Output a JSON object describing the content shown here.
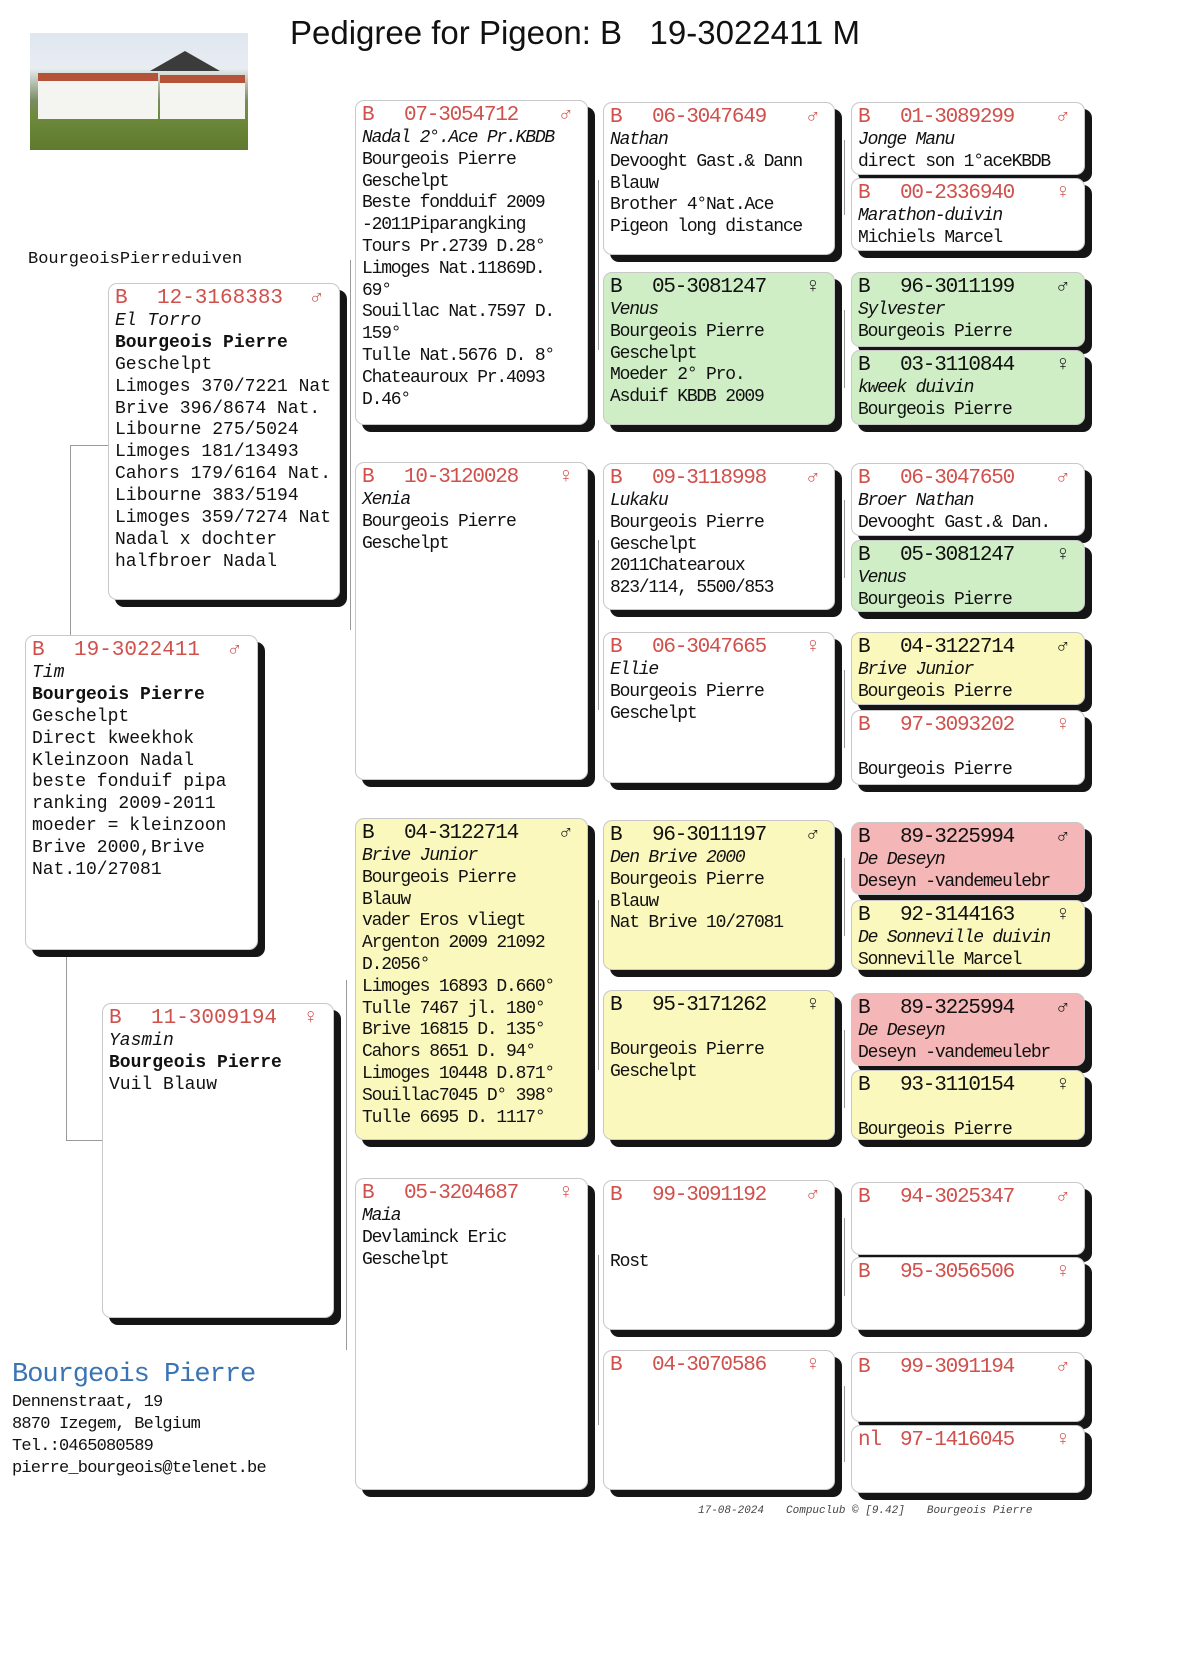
{
  "title": "Pedigree for Pigeon: B   19-3022411 M",
  "kennel": "BourgeoisPierreduiven",
  "colors": {
    "ring_red": "#d0504c",
    "green": "#cfeec6",
    "yellow": "#fbf8bd",
    "pink": "#f4b6b6",
    "owner_blue": "#3a74b4"
  },
  "subject": {
    "cc": "B",
    "ring": "19-3022411",
    "sex": "♂",
    "name": "Tim",
    "owner": "Bourgeois Pierre",
    "color": "Geschelpt",
    "notes": [
      "Direct kweekhok",
      "Kleinzoon Nadal",
      "beste fonduif pipa",
      "ranking 2009-2011",
      "moeder = kleinzoon",
      "Brive 2000,Brive",
      "Nat.10/27081"
    ],
    "bg": "white"
  },
  "parents": [
    {
      "cc": "B",
      "ring": "12-3168383",
      "sex": "♂",
      "name": "El Torro",
      "owner": "Bourgeois Pierre",
      "color": "Geschelpt",
      "notes": [
        "Limoges 370/7221 Nat",
        "Brive 396/8674 Nat.",
        "Libourne 275/5024",
        "Limoges 181/13493",
        "Cahors 179/6164 Nat.",
        "Libourne 383/5194",
        "Limoges 359/7274 Nat",
        "Nadal x dochter",
        "halfbroer Nadal"
      ],
      "bg": "white"
    },
    {
      "cc": "B",
      "ring": "11-3009194",
      "sex": "♀",
      "name": "Yasmin",
      "owner": "Bourgeois Pierre",
      "color": "Vuil Blauw",
      "notes": [],
      "bg": "white"
    }
  ],
  "grandparents": [
    {
      "cc": "B",
      "ring": "07-3054712",
      "sex": "♂",
      "name": "Nadal 2°.Ace Pr.KBDB",
      "owner": "Bourgeois Pierre",
      "color": "Geschelpt",
      "notes": [
        "Beste fondduif 2009",
        "-2011Piparangking",
        "Tours Pr.2739 D.28°",
        "Limoges Nat.11869D.",
        "69°",
        "Souillac Nat.7597 D.",
        "159°",
        "Tulle Nat.5676 D. 8°",
        "Chateauroux Pr.4093",
        "D.46°"
      ],
      "bg": "white"
    },
    {
      "cc": "B",
      "ring": "10-3120028",
      "sex": "♀",
      "name": "Xenia",
      "owner": "Bourgeois Pierre",
      "color": "Geschelpt",
      "notes": [],
      "bg": "white"
    },
    {
      "cc": "B",
      "ring": "04-3122714",
      "sex": "♂",
      "name": "Brive Junior",
      "owner": "Bourgeois Pierre",
      "color": "Blauw",
      "notes": [
        "vader Eros vliegt",
        "Argenton 2009 21092",
        "D.2056°",
        "Limoges 16893 D.660°",
        "Tulle 7467 jl. 180°",
        "Brive 16815 D. 135°",
        "Cahors 8651 D. 94°",
        "Limoges 10448 D.871°",
        "Souillac7045 D° 398°",
        "Tulle 6695 D. 1117°"
      ],
      "bg": "yellow"
    },
    {
      "cc": "B",
      "ring": "05-3204687",
      "sex": "♀",
      "name": "Maia",
      "owner": "Devlaminck Eric",
      "color": "Geschelpt",
      "notes": [],
      "bg": "white"
    }
  ],
  "great_grandparents": [
    {
      "cc": "B",
      "ring": "06-3047649",
      "sex": "♂",
      "name": "Nathan",
      "owner": "Devooght Gast.& Dann",
      "color": "Blauw",
      "notes": [
        "Brother 4°Nat.Ace",
        "Pigeon long distance"
      ],
      "bg": "white"
    },
    {
      "cc": "B",
      "ring": "05-3081247",
      "sex": "♀",
      "name": "Venus",
      "owner": "Bourgeois Pierre",
      "color": "Geschelpt",
      "notes": [
        "Moeder 2° Pro.",
        "Asduif KBDB 2009"
      ],
      "bg": "green"
    },
    {
      "cc": "B",
      "ring": "09-3118998",
      "sex": "♂",
      "name": "Lukaku",
      "owner": "Bourgeois Pierre",
      "color": "Geschelpt",
      "notes": [
        "2011Chatearoux",
        "823/114, 5500/853"
      ],
      "bg": "white"
    },
    {
      "cc": "B",
      "ring": "06-3047665",
      "sex": "♀",
      "name": "Ellie",
      "owner": "Bourgeois Pierre",
      "color": "Geschelpt",
      "notes": [],
      "bg": "white"
    },
    {
      "cc": "B",
      "ring": "96-3011197",
      "sex": "♂",
      "name": "Den Brive 2000",
      "owner": "Bourgeois Pierre",
      "color": "Blauw",
      "notes": [
        "Nat Brive 10/27081"
      ],
      "bg": "yellow"
    },
    {
      "cc": "B",
      "ring": "95-3171262",
      "sex": "♀",
      "name": "",
      "owner": "Bourgeois Pierre",
      "color": "Geschelpt",
      "notes": [],
      "bg": "yellow"
    },
    {
      "cc": "B",
      "ring": "99-3091192",
      "sex": "♂",
      "name": "",
      "owner": "",
      "color": "Rost",
      "notes": [],
      "bg": "white"
    },
    {
      "cc": "B",
      "ring": "04-3070586",
      "sex": "♀",
      "name": "",
      "owner": "",
      "color": "",
      "notes": [],
      "bg": "white"
    }
  ],
  "great_great_grandparents": [
    {
      "cc": "B",
      "ring": "01-3089299",
      "sex": "♂",
      "name": "Jonge Manu",
      "owner": "direct son 1°aceKBDB",
      "bg": "white"
    },
    {
      "cc": "B",
      "ring": "00-2336940",
      "sex": "♀",
      "name": "Marathon-duivin",
      "owner": "Michiels Marcel",
      "bg": "white"
    },
    {
      "cc": "B",
      "ring": "96-3011199",
      "sex": "♂",
      "name": "Sylvester",
      "owner": "Bourgeois Pierre",
      "bg": "green"
    },
    {
      "cc": "B",
      "ring": "03-3110844",
      "sex": "♀",
      "name": "kweek duivin",
      "owner": "Bourgeois Pierre",
      "bg": "green"
    },
    {
      "cc": "B",
      "ring": "06-3047650",
      "sex": "♂",
      "name": "Broer Nathan",
      "owner": "Devooght Gast.& Dan.",
      "bg": "white"
    },
    {
      "cc": "B",
      "ring": "05-3081247",
      "sex": "♀",
      "name": "Venus",
      "owner": "Bourgeois Pierre",
      "bg": "green"
    },
    {
      "cc": "B",
      "ring": "04-3122714",
      "sex": "♂",
      "name": "Brive Junior",
      "owner": "Bourgeois Pierre",
      "bg": "yellow"
    },
    {
      "cc": "B",
      "ring": "97-3093202",
      "sex": "♀",
      "name": "",
      "owner": "Bourgeois Pierre",
      "bg": "white"
    },
    {
      "cc": "B",
      "ring": "89-3225994",
      "sex": "♂",
      "name": "De Deseyn",
      "owner": "Deseyn -vandemeulebr",
      "bg": "pink"
    },
    {
      "cc": "B",
      "ring": "92-3144163",
      "sex": "♀",
      "name": "De Sonneville duivin",
      "owner": "Sonneville Marcel",
      "bg": "yellow"
    },
    {
      "cc": "B",
      "ring": "89-3225994",
      "sex": "♂",
      "name": "De Deseyn",
      "owner": "Deseyn -vandemeulebr",
      "bg": "pink"
    },
    {
      "cc": "B",
      "ring": "93-3110154",
      "sex": "♀",
      "name": "",
      "owner": "Bourgeois Pierre",
      "bg": "yellow"
    },
    {
      "cc": "B",
      "ring": "94-3025347",
      "sex": "♂",
      "name": "",
      "owner": "",
      "bg": "white"
    },
    {
      "cc": "B",
      "ring": "95-3056506",
      "sex": "♀",
      "name": "",
      "owner": "",
      "bg": "white"
    },
    {
      "cc": "B",
      "ring": "99-3091194",
      "sex": "♂",
      "name": "",
      "owner": "",
      "bg": "white"
    },
    {
      "cc": "nl",
      "ring": "97-1416045",
      "sex": "♀",
      "name": "",
      "owner": "",
      "bg": "white"
    }
  ],
  "breeder": {
    "name": "Bourgeois Pierre",
    "address": "Dennenstraat, 19",
    "city": "8870  Izegem, Belgium",
    "phone": "Tel.:0465080589",
    "email": "pierre_bourgeois@telenet.be"
  },
  "footer": {
    "date": "17-08-2024",
    "software": "Compuclub © [9.42]",
    "owner": "Bourgeois Pierre"
  }
}
